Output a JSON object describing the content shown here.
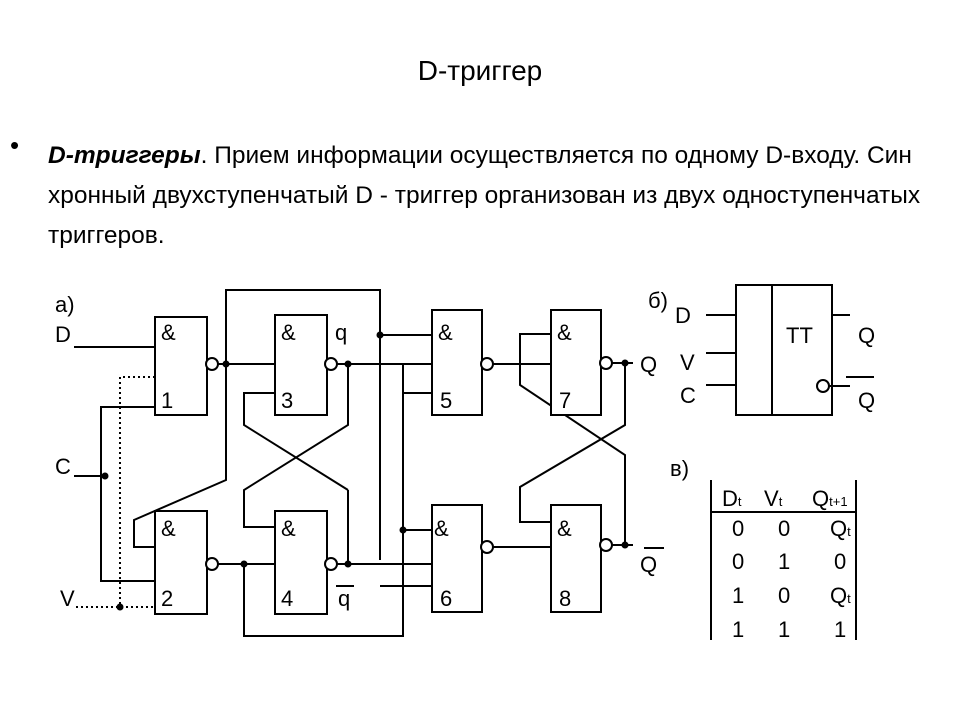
{
  "title": "D-триггер",
  "bullet": "•",
  "paragraph": {
    "lead": "D-триггеры",
    "text": ". Прием информации осуществляется по одному D-входу. Син хронный двухступенчатый D - триггер организован из двух одноступенчатых триггеров."
  },
  "scheme_a": {
    "label": "а)",
    "inputs": {
      "d": "D",
      "c": "C",
      "v": "V"
    },
    "gate_symbol": "&",
    "gates": [
      "1",
      "2",
      "3",
      "4",
      "5",
      "6",
      "7",
      "8"
    ],
    "q_int": "q",
    "q_int_bar": "q",
    "q_out": "Q",
    "q_out_bar": "Q"
  },
  "scheme_b": {
    "label": "б)",
    "inputs": {
      "d": "D",
      "v": "V",
      "c": "C"
    },
    "type": "TT",
    "q": "Q",
    "q_bar": "Q"
  },
  "table_v": {
    "label": "в)",
    "header": [
      {
        "main": "D",
        "sub": "t"
      },
      {
        "main": "V",
        "sub": "t"
      },
      {
        "main": "Q",
        "sub": "t+1"
      }
    ],
    "rows": [
      [
        {
          "main": "0",
          "sub": ""
        },
        {
          "main": "0",
          "sub": ""
        },
        {
          "main": "Q",
          "sub": "t"
        }
      ],
      [
        {
          "main": "0",
          "sub": ""
        },
        {
          "main": "1",
          "sub": ""
        },
        {
          "main": "0",
          "sub": ""
        }
      ],
      [
        {
          "main": "1",
          "sub": ""
        },
        {
          "main": "0",
          "sub": ""
        },
        {
          "main": "Q",
          "sub": "t"
        }
      ],
      [
        {
          "main": "1",
          "sub": ""
        },
        {
          "main": "1",
          "sub": ""
        },
        {
          "main": "1",
          "sub": ""
        }
      ]
    ]
  }
}
